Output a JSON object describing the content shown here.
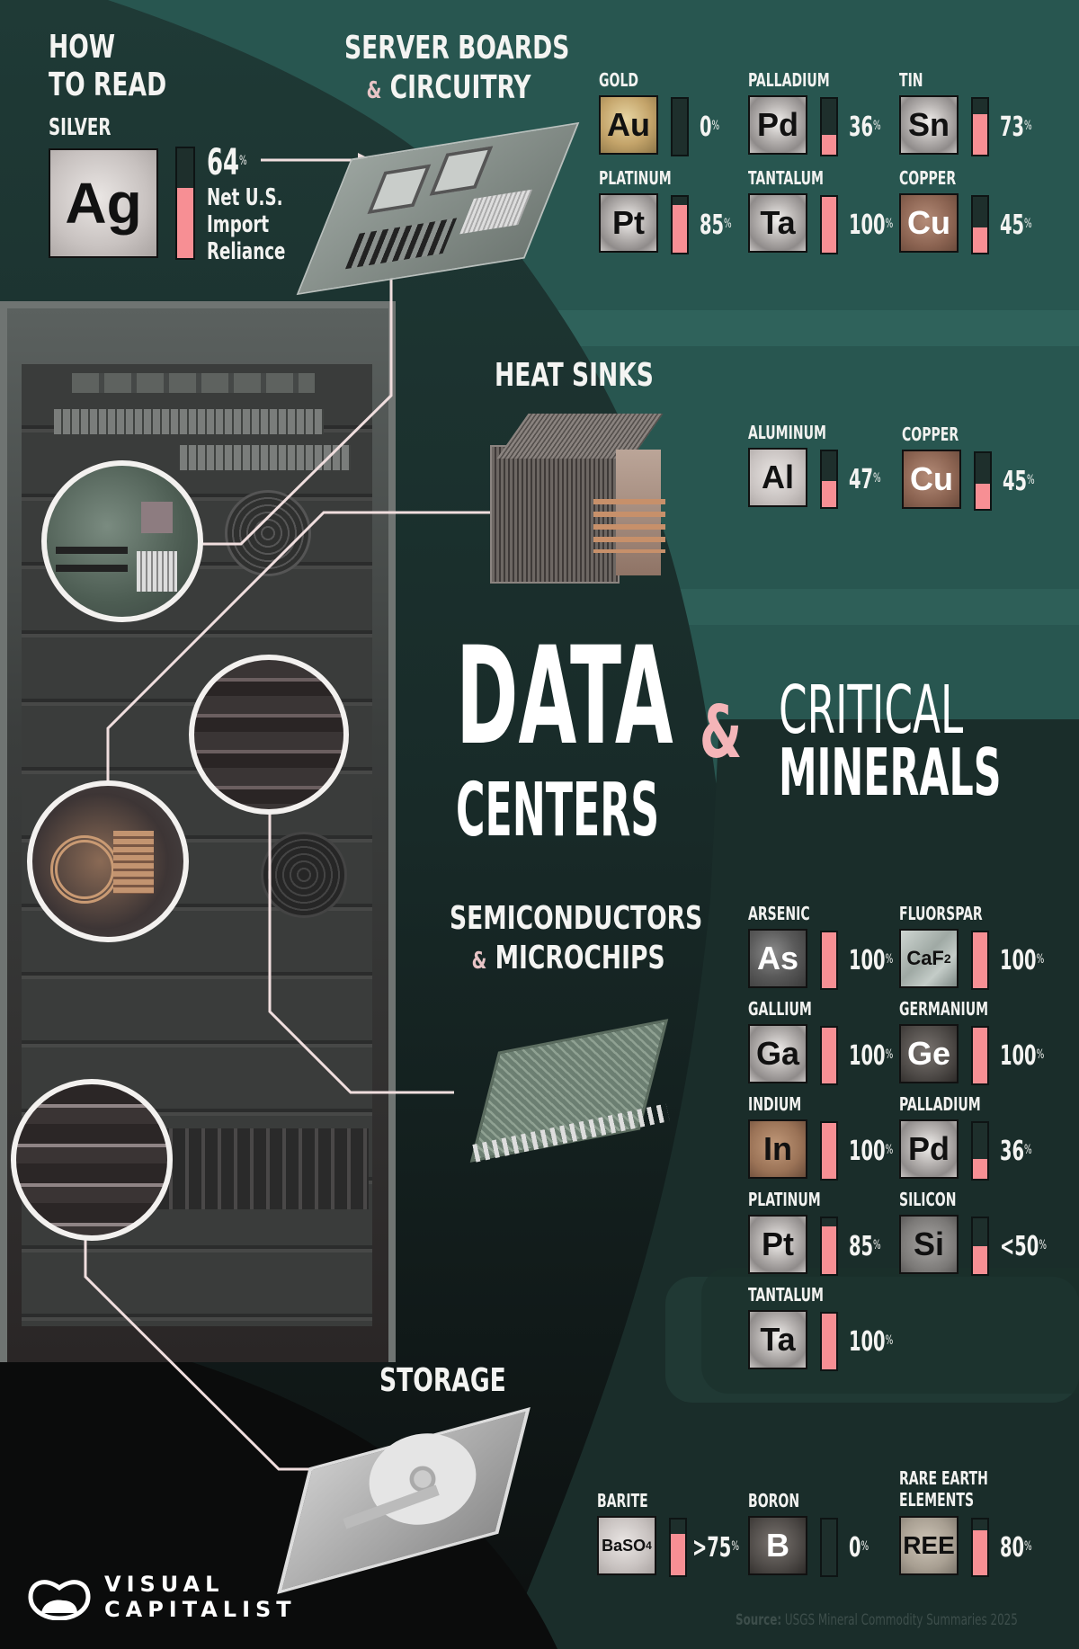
{
  "title": {
    "line1": "DATA",
    "line2": "CENTERS",
    "ampersand": "&",
    "line3": "CRITICAL",
    "line4": "MINERALS"
  },
  "legend": {
    "heading_line1": "HOW",
    "heading_line2": "TO READ",
    "example_name": "SILVER",
    "example_symbol": "Ag",
    "example_value": "64",
    "example_unit": "%",
    "example_fill_pct": 64,
    "caption_line1": "Net U.S.",
    "caption_line2": "Import",
    "caption_line3": "Reliance"
  },
  "sections": {
    "server_boards": {
      "title_line1": "SERVER BOARDS",
      "amp": "&",
      "title_line2": "CIRCUITRY"
    },
    "heat_sinks": {
      "title": "HEAT SINKS"
    },
    "semiconductors": {
      "title_line1": "SEMICONDUCTORS",
      "amp": "&",
      "title_line2": "MICROCHIPS"
    },
    "storage": {
      "title": "STORAGE"
    }
  },
  "chart_data": {
    "type": "bar",
    "title": "Data Centers & Critical Minerals",
    "ylabel": "Net U.S. Import Reliance (%)",
    "ylim": [
      0,
      100
    ],
    "groups": [
      {
        "component": "Server Boards & Circuitry",
        "minerals": [
          {
            "name": "GOLD",
            "symbol": "Au",
            "label": "0",
            "prefix": "",
            "value": 0
          },
          {
            "name": "PALLADIUM",
            "symbol": "Pd",
            "label": "36",
            "prefix": "",
            "value": 36
          },
          {
            "name": "TIN",
            "symbol": "Sn",
            "label": "73",
            "prefix": "",
            "value": 73
          },
          {
            "name": "PLATINUM",
            "symbol": "Pt",
            "label": "85",
            "prefix": "",
            "value": 85
          },
          {
            "name": "TANTALUM",
            "symbol": "Ta",
            "label": "100",
            "prefix": "",
            "value": 100
          },
          {
            "name": "COPPER",
            "symbol": "Cu",
            "label": "45",
            "prefix": "",
            "value": 45
          }
        ]
      },
      {
        "component": "Heat Sinks",
        "minerals": [
          {
            "name": "ALUMINUM",
            "symbol": "Al",
            "label": "47",
            "prefix": "",
            "value": 47
          },
          {
            "name": "COPPER",
            "symbol": "Cu",
            "label": "45",
            "prefix": "",
            "value": 45
          }
        ]
      },
      {
        "component": "Semiconductors & Microchips",
        "minerals": [
          {
            "name": "ARSENIC",
            "symbol": "As",
            "label": "100",
            "prefix": "",
            "value": 100
          },
          {
            "name": "FLUORSPAR",
            "symbol": "CaF2",
            "label": "100",
            "prefix": "",
            "value": 100
          },
          {
            "name": "GALLIUM",
            "symbol": "Ga",
            "label": "100",
            "prefix": "",
            "value": 100
          },
          {
            "name": "GERMANIUM",
            "symbol": "Ge",
            "label": "100",
            "prefix": "",
            "value": 100
          },
          {
            "name": "INDIUM",
            "symbol": "In",
            "label": "100",
            "prefix": "",
            "value": 100
          },
          {
            "name": "PALLADIUM",
            "symbol": "Pd",
            "label": "36",
            "prefix": "",
            "value": 36
          },
          {
            "name": "PLATINUM",
            "symbol": "Pt",
            "label": "85",
            "prefix": "",
            "value": 85
          },
          {
            "name": "SILICON",
            "symbol": "Si",
            "label": "50",
            "prefix": "<",
            "value": 50
          },
          {
            "name": "TANTALUM",
            "symbol": "Ta",
            "label": "100",
            "prefix": "",
            "value": 100
          }
        ]
      },
      {
        "component": "Storage",
        "minerals": [
          {
            "name": "BARITE",
            "symbol": "BaSO4",
            "label": "75",
            "prefix": ">",
            "value": 75
          },
          {
            "name": "BORON",
            "symbol": "B",
            "label": "0",
            "prefix": "",
            "value": 0
          },
          {
            "name": "RARE EARTH ELEMENTS",
            "symbol": "REE",
            "label": "80",
            "prefix": "",
            "value": 80
          }
        ]
      }
    ]
  },
  "display": {
    "server": [
      {
        "name": "GOLD",
        "sym": "Au",
        "val": "0",
        "fill": "0%",
        "tile": "gold"
      },
      {
        "name": "PALLADIUM",
        "sym": "Pd",
        "val": "36",
        "fill": "36%",
        "tile": "silver"
      },
      {
        "name": "TIN",
        "sym": "Sn",
        "val": "73",
        "fill": "73%",
        "tile": "silver"
      },
      {
        "name": "PLATINUM",
        "sym": "Pt",
        "val": "85",
        "fill": "85%",
        "tile": "silver"
      },
      {
        "name": "TANTALUM",
        "sym": "Ta",
        "val": "100",
        "fill": "100%",
        "tile": "silver"
      },
      {
        "name": "COPPER",
        "sym": "Cu",
        "val": "45",
        "fill": "45%",
        "tile": "copper"
      }
    ],
    "heat": [
      {
        "name": "ALUMINUM",
        "sym": "Al",
        "val": "47",
        "fill": "47%",
        "tile": "pale"
      },
      {
        "name": "COPPER",
        "sym": "Cu",
        "val": "45",
        "fill": "45%",
        "tile": "copper"
      }
    ],
    "semi": [
      {
        "name": "ARSENIC",
        "sym": "As",
        "val": "100",
        "fill": "100%",
        "tile": "dark"
      },
      {
        "name": "FLUORSPAR",
        "sym": "CaF",
        "sub": "2",
        "val": "100",
        "fill": "100%",
        "tile": "fluor"
      },
      {
        "name": "GALLIUM",
        "sym": "Ga",
        "val": "100",
        "fill": "100%",
        "tile": "silver"
      },
      {
        "name": "GERMANIUM",
        "sym": "Ge",
        "val": "100",
        "fill": "100%",
        "tile": "rock"
      },
      {
        "name": "INDIUM",
        "sym": "In",
        "val": "100",
        "fill": "100%",
        "tile": "bronze"
      },
      {
        "name": "PALLADIUM",
        "sym": "Pd",
        "val": "36",
        "fill": "36%",
        "tile": "silver"
      },
      {
        "name": "PLATINUM",
        "sym": "Pt",
        "val": "85",
        "fill": "85%",
        "tile": "silver"
      },
      {
        "name": "SILICON",
        "sym": "Si",
        "val": "<50",
        "fill": "50%",
        "tile": "silver"
      },
      {
        "name": "TANTALUM",
        "sym": "Ta",
        "val": "100",
        "fill": "100%",
        "tile": "silver"
      }
    ],
    "storage": [
      {
        "name": "BARITE",
        "sym": "BaSO",
        "sub": "4",
        "val": ">75",
        "fill": "75%",
        "tile": "pale"
      },
      {
        "name": "BORON",
        "sym": "B",
        "val": "0",
        "fill": "0%",
        "tile": "rock"
      },
      {
        "name_line1": "RARE EARTH",
        "name_line2": "ELEMENTS",
        "sym": "REE",
        "val": "80",
        "fill": "80%",
        "tile": "ree"
      }
    ],
    "unit": "%"
  },
  "footer": {
    "brand_line1": "VISUAL",
    "brand_line2": "CAPITALIST",
    "source_label": "Source:",
    "source_text": "USGS Mineral Commodity Summaries 2025"
  },
  "colors": {
    "bar_fill": "#f78f94",
    "bar_empty": "#1e2f2c",
    "teal_light": "#2b5c55",
    "teal_dark": "#1d3733",
    "near_black": "#111414",
    "accent_pink": "#f4b5b8"
  }
}
